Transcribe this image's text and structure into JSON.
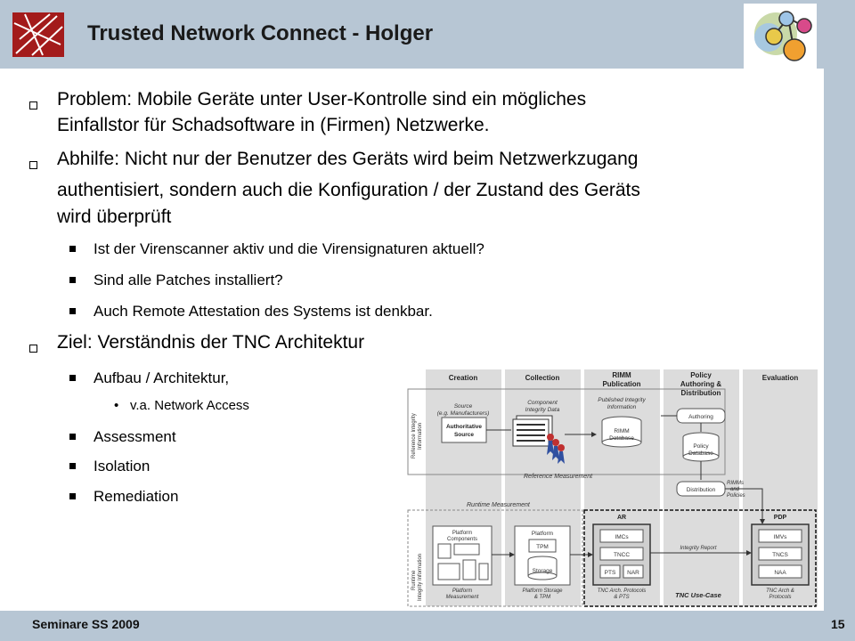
{
  "title": "Trusted Network Connect - Holger",
  "bullets": {
    "b1_line1": "Problem: Mobile Geräte unter User-Kontrolle sind ein mögliches",
    "b1_line2": "Einfallstor für Schadsoftware in (Firmen) Netzwerke.",
    "b2_line1": "Abhilfe: Nicht nur der Benutzer des Geräts wird beim Netzwerkzugang",
    "b2_line2": "authentisiert, sondern auch die Konfiguration / der Zustand des Geräts",
    "b2_line3": "wird überprüft",
    "b2_sub1": "Ist der Virenscanner aktiv und die Virensignaturen aktuell?",
    "b2_sub2": "Sind alle Patches installiert?",
    "b2_sub3": "Auch Remote Attestation des Systems ist denkbar.",
    "b3": "Ziel: Verständnis der TNC Architektur",
    "b3_sub1": "Aufbau / Architektur,",
    "b3_sub1_sub1": "v.a. Network Access",
    "b3_sub2": "Assessment",
    "b3_sub3": "Isolation",
    "b3_sub4": "Remediation"
  },
  "diagram": {
    "col_creation": "Creation",
    "col_collection": "Collection",
    "col_rimm_1": "RIMM",
    "col_rimm_2": "Publication",
    "col_policy_1": "Policy",
    "col_policy_2": "Authoring &",
    "col_policy_3": "Distribution",
    "col_evaluation": "Evaluation",
    "side_top_1": "Reference Integrity",
    "side_top_2": "Information",
    "source_1": "Source",
    "source_2": "(e.g. Manufacturers)",
    "auth_source_1": "Authoritative",
    "auth_source_2": "Source",
    "comp_int_1": "Component",
    "comp_int_2": "Integrity Data",
    "pub_int_1": "Published Integrity",
    "pub_int_2": "Information",
    "rimm_db_1": "RIMM",
    "rimm_db_2": "Database",
    "authoring": "Authoring",
    "policy_db_1": "Policy",
    "policy_db_2": "Database",
    "distribution": "Distribution",
    "rimms_1": "RIMMs",
    "rimms_2": "and",
    "rimms_3": "Policies",
    "ref_meas": "Reference Measurement",
    "runtime_meas": "Runtime Measurement",
    "side_bottom_1": "Runtime",
    "side_bottom_2": "Integrity Information",
    "plat_comp_1": "Platform",
    "plat_comp_2": "Components",
    "platform": "Platform",
    "tpm": "TPM",
    "storage": "Storage",
    "plat_meas_1": "Platform",
    "plat_meas_2": "Measurement",
    "plat_stor_1": "Platform Storage",
    "plat_stor_2": "& TPM",
    "ar": "AR",
    "pdp": "PDP",
    "imcs": "IMCs",
    "tncc": "TNCC",
    "pts": "PTS",
    "nar": "NAR",
    "imvs": "IMVs",
    "tncs": "TNCS",
    "naa": "NAA",
    "integrity_report": "Integrity Report",
    "tnc_arch_1": "TNC Arch. Protocols",
    "tnc_arch_2": "& PTS",
    "tnc_use_case": "TNC Use-Case",
    "tnc_arch_pdp_1": "TNC Arch &",
    "tnc_arch_pdp_2": "Protocols"
  },
  "footer": {
    "left": "Seminare SS 2009",
    "page": "15"
  }
}
